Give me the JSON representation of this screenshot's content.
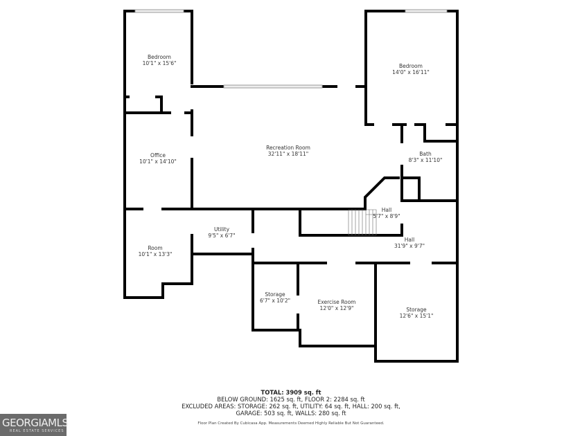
{
  "rooms": [
    {
      "name": "Bedroom",
      "dims": "10'1\" x 15'6\""
    },
    {
      "name": "Bedroom",
      "dims": "14'0\" x 16'11\""
    },
    {
      "name": "Recreation Room",
      "dims": "32'11\" x 18'11\""
    },
    {
      "name": "Office",
      "dims": "10'1\" x 14'10\""
    },
    {
      "name": "Bath",
      "dims": "8'3\" x 11'10\""
    },
    {
      "name": "Hall",
      "dims": "5'7\" x 8'9\""
    },
    {
      "name": "Utility",
      "dims": "9'5\" x 6'7\""
    },
    {
      "name": "Hall",
      "dims": "31'9\" x 9'7\""
    },
    {
      "name": "Room",
      "dims": "10'1\" x 13'3\""
    },
    {
      "name": "Storage",
      "dims": "6'7\" x 10'2\""
    },
    {
      "name": "Exercise Room",
      "dims": "12'0\" x 12'9\""
    },
    {
      "name": "Storage",
      "dims": "12'6\" x 15'1\""
    }
  ],
  "summary": {
    "total": "TOTAL: 3909 sq. ft",
    "line1": "BELOW GROUND: 1625 sq. ft, FLOOR 2: 2284 sq. ft",
    "line2": "EXCLUDED AREAS: STORAGE: 262 sq. ft, UTILITY: 64 sq. ft, HALL: 200 sq. ft,",
    "line3": "GARAGE: 503 sq. ft, WALLS: 280 sq. ft"
  },
  "credit": "Floor Plan Created By Cubicasa App. Measurements Deemed Highly Reliable But Not Guaranteed.",
  "logo": {
    "main": "GEORGIAMLS",
    "sub": "REAL ESTATE SERVICES"
  }
}
